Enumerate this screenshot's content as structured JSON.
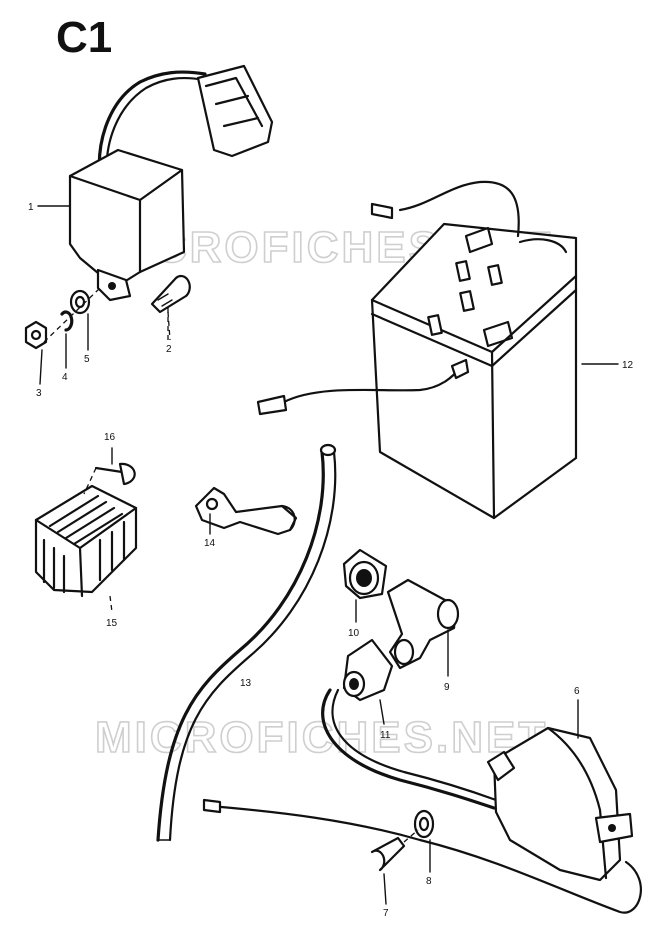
{
  "title": "C1",
  "watermarks": [
    "MICROFICHES.NET",
    "MICROFICHES.NET"
  ],
  "callouts": [
    {
      "id": "c1",
      "label": "1"
    },
    {
      "id": "c2",
      "label": "2"
    },
    {
      "id": "c3",
      "label": "3"
    },
    {
      "id": "c4",
      "label": "4"
    },
    {
      "id": "c5",
      "label": "5"
    },
    {
      "id": "c6",
      "label": "6"
    },
    {
      "id": "c7",
      "label": "7"
    },
    {
      "id": "c8",
      "label": "8"
    },
    {
      "id": "c9",
      "label": "9"
    },
    {
      "id": "c10",
      "label": "10"
    },
    {
      "id": "c11",
      "label": "11"
    },
    {
      "id": "c12",
      "label": "12"
    },
    {
      "id": "c13",
      "label": "13"
    },
    {
      "id": "c14",
      "label": "14"
    },
    {
      "id": "c15",
      "label": "15"
    },
    {
      "id": "c16",
      "label": "16"
    }
  ],
  "colors": {
    "ink": "#111111",
    "paper": "#ffffff",
    "watermark": "#cfcfcf"
  }
}
